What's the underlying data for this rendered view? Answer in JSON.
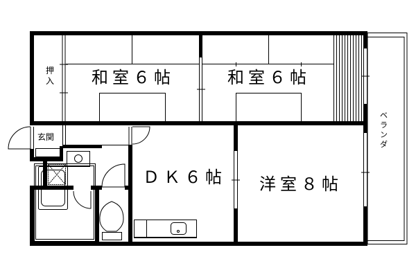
{
  "floor_plan": {
    "rooms": {
      "washitsu_left": "和室６帖",
      "washitsu_right": "和室６帖",
      "dk": "ＤＫ６帖",
      "youshitsu": "洋室８帖"
    },
    "labels": {
      "oshiire_1": "押",
      "oshiire_2": "入",
      "genkan": "玄関",
      "veranda_1": "ベ",
      "veranda_2": "ラ",
      "veranda_3": "ン",
      "veranda_4": "ダ"
    },
    "colors": {
      "wall": "#000000",
      "background": "#ffffff"
    }
  }
}
